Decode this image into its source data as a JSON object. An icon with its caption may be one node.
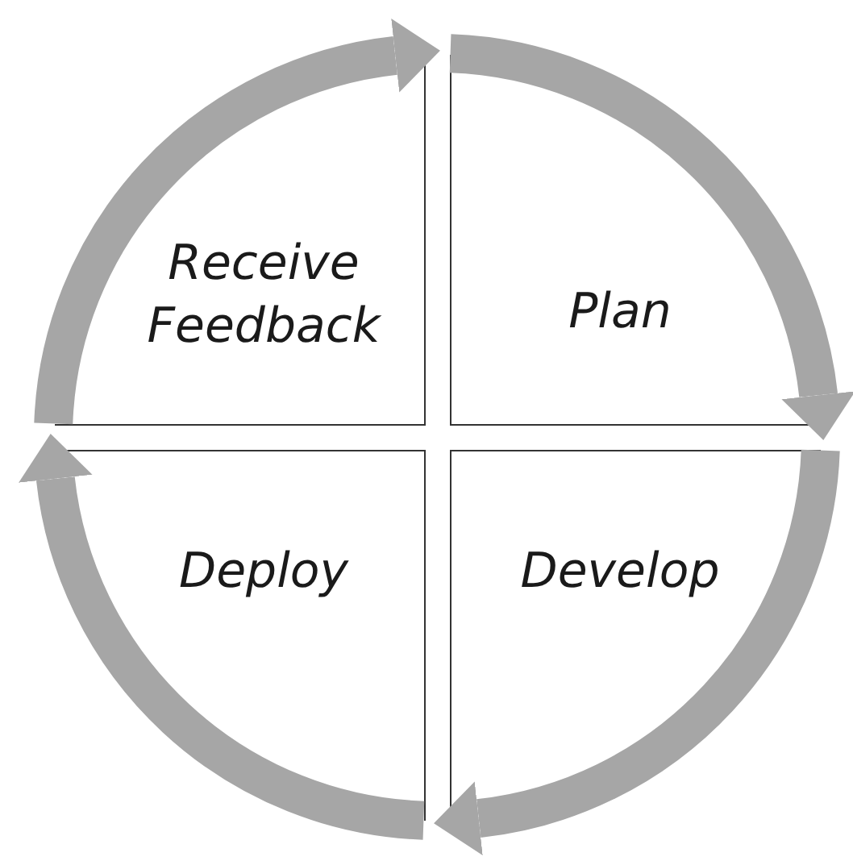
{
  "diagram": {
    "nodes": [
      {
        "text": [
          "Receive Feedback"
        ]
      },
      {
        "text": [
          "Plan"
        ]
      },
      {
        "text": [
          "Deploy"
        ]
      },
      {
        "text": [
          "Develop"
        ]
      }
    ],
    "edges": [
      {
        "from": 0,
        "to": 1,
        "arrow": "to"
      },
      {
        "from": 1,
        "to": 3,
        "arrow": "to"
      },
      {
        "from": 3,
        "to": 2,
        "arrow": "to"
      },
      {
        "from": 2,
        "to": 0,
        "arrow": "to"
      }
    ]
  }
}
